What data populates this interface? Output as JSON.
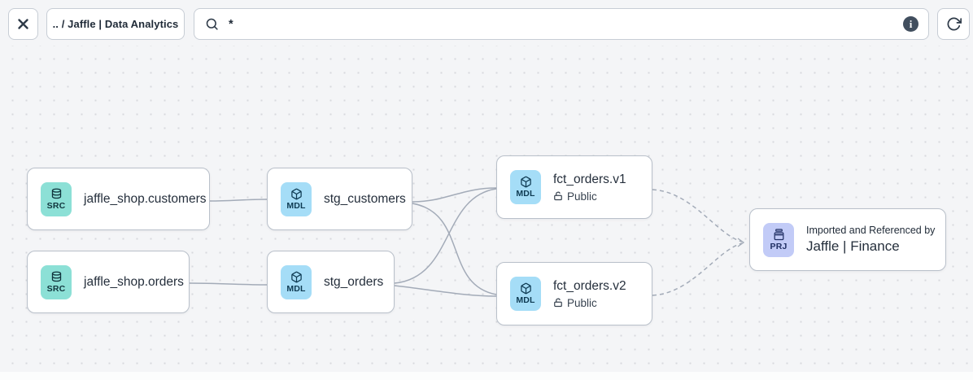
{
  "toolbar": {
    "breadcrumb": ".. / Jaffle | Data Analytics",
    "search": {
      "value": "*",
      "info_icon": "i"
    },
    "icons": {
      "close": "close-icon",
      "search": "magnifier-icon",
      "info": "info-circle-icon",
      "refresh": "refresh-icon"
    }
  },
  "badges": {
    "source": "SRC",
    "model": "MDL",
    "project": "PRJ"
  },
  "colors": {
    "background": "#f4f5f7",
    "dot_grid": "#d7d9de",
    "node_border": "#b9c0ca",
    "edge": "#a3abb8",
    "badge_source": "#8ce0d6",
    "badge_model": "#a5ddf7",
    "badge_project": "#c2cbf7",
    "info_circle": "#414e5e"
  },
  "nodes": {
    "source_customers": {
      "type": "source",
      "title": "jaffle_shop.customers"
    },
    "source_orders": {
      "type": "source",
      "title": "jaffle_shop.orders"
    },
    "stg_customers": {
      "type": "model",
      "title": "stg_customers"
    },
    "stg_orders": {
      "type": "model",
      "title": "stg_orders"
    },
    "fct_orders_v1": {
      "type": "model",
      "title": "fct_orders.v1",
      "access": "Public"
    },
    "fct_orders_v2": {
      "type": "model",
      "title": "fct_orders.v2",
      "access": "Public"
    },
    "project_finance": {
      "type": "project",
      "note": "Imported and Referenced by",
      "title": "Jaffle | Finance"
    }
  },
  "graph": {
    "edges": [
      {
        "from": "jaffle_shop.customers",
        "to": "stg_customers",
        "style": "solid"
      },
      {
        "from": "jaffle_shop.orders",
        "to": "stg_orders",
        "style": "solid"
      },
      {
        "from": "stg_customers",
        "to": "fct_orders.v1",
        "style": "solid"
      },
      {
        "from": "stg_customers",
        "to": "fct_orders.v2",
        "style": "solid"
      },
      {
        "from": "stg_orders",
        "to": "fct_orders.v1",
        "style": "solid"
      },
      {
        "from": "stg_orders",
        "to": "fct_orders.v2",
        "style": "solid"
      },
      {
        "from": "fct_orders.v1",
        "to": "Jaffle | Finance",
        "style": "dashed"
      },
      {
        "from": "fct_orders.v2",
        "to": "Jaffle | Finance",
        "style": "dashed"
      }
    ]
  }
}
